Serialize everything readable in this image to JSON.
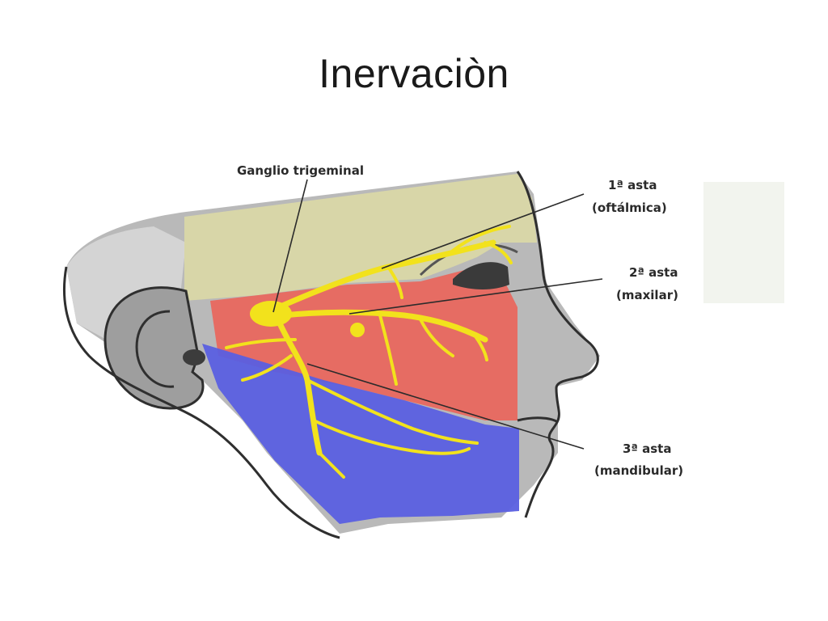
{
  "slide": {
    "title": "Inervaciòn"
  },
  "diagram": {
    "labels": {
      "ganglion": "Ganglio trigeminal",
      "branch1_line1": "1ª asta",
      "branch1_line2": "(oftálmica)",
      "branch2_line1": "2ª asta",
      "branch2_line2": "(maxilar)",
      "branch3_line1": "3ª asta",
      "branch3_line2": "(mandibular)"
    },
    "colors": {
      "ophthalmic_zone": "#d9d7a6",
      "maxillary_zone": "#e8675e",
      "mandibular_zone": "#5a5fe0",
      "nerve": "#f2e21c",
      "skin_gray": "#b9b9b9"
    }
  }
}
